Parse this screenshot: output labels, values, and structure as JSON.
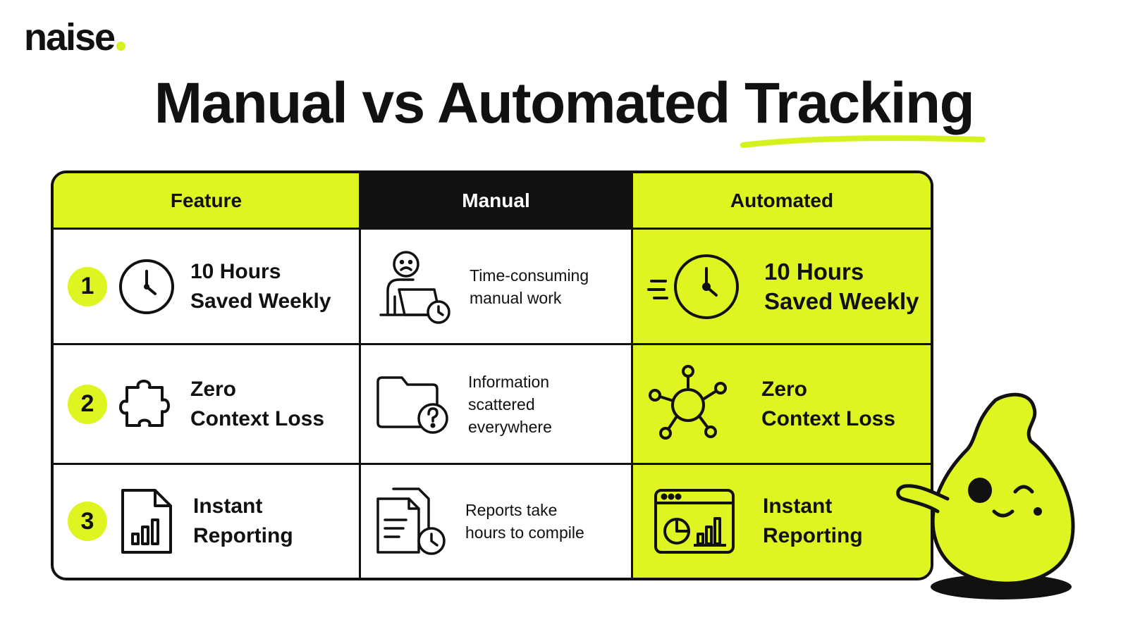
{
  "brand": {
    "name": "naise",
    "accent_color": "#dff522"
  },
  "title": {
    "prefix": "Manual vs Automated",
    "highlight": "Tracking"
  },
  "table": {
    "headers": {
      "feature": "Feature",
      "manual": "Manual",
      "automated": "Automated"
    },
    "rows": [
      {
        "number": "1",
        "feature": {
          "line1": "10 Hours",
          "line2": "Saved Weekly",
          "icon": "clock-icon"
        },
        "manual": {
          "lines": [
            "Time-consuming",
            "manual work"
          ],
          "icon": "person-laptop-clock-icon"
        },
        "automated": {
          "line1": "10 Hours",
          "line2": "Saved Weekly",
          "icon": "fast-clock-icon"
        }
      },
      {
        "number": "2",
        "feature": {
          "line1": "Zero",
          "line2": "Context Loss",
          "icon": "puzzle-icon"
        },
        "manual": {
          "lines": [
            "Information",
            "scattered",
            "everywhere"
          ],
          "icon": "folder-question-icon"
        },
        "automated": {
          "line1": "Zero",
          "line2": "Context Loss",
          "icon": "network-hub-icon"
        }
      },
      {
        "number": "3",
        "feature": {
          "line1": "Instant",
          "line2": "Reporting",
          "icon": "report-chart-icon"
        },
        "manual": {
          "lines": [
            "Reports take",
            "hours to compile"
          ],
          "icon": "documents-clock-icon"
        },
        "automated": {
          "line1": "Instant",
          "line2": "Reporting",
          "icon": "dashboard-window-icon"
        }
      }
    ]
  },
  "mascot": {
    "icon": "winking-blob-mascot"
  }
}
